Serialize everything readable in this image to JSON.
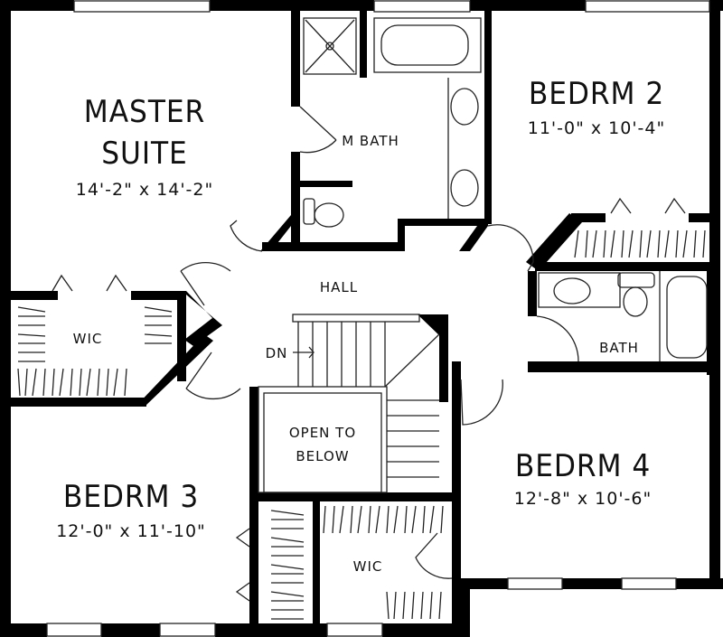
{
  "plan": {
    "colors": {
      "wall": "#000000",
      "fixture": "#222222",
      "background": "#ffffff"
    },
    "rooms": {
      "master_suite": {
        "name_line1": "MASTER",
        "name_line2": "SUITE",
        "dimensions": "14'-2\" x 14'-2\""
      },
      "m_bath": {
        "name": "M BATH"
      },
      "bedrm_2": {
        "name": "BEDRM 2",
        "dimensions": "11'-0\" x 10'-4\""
      },
      "hall": {
        "name": "HALL"
      },
      "wic_master": {
        "name": "WIC"
      },
      "bath": {
        "name": "BATH"
      },
      "stairs": {
        "direction": "DN"
      },
      "open_to_below": {
        "line1": "OPEN TO",
        "line2": "BELOW"
      },
      "bedrm_3": {
        "name": "BEDRM 3",
        "dimensions": "12'-0\" x 11'-10\""
      },
      "bedrm_4": {
        "name": "BEDRM 4",
        "dimensions": "12'-8\" x 10'-6\""
      },
      "wic_bedrm3": {
        "name": "WIC"
      }
    }
  }
}
